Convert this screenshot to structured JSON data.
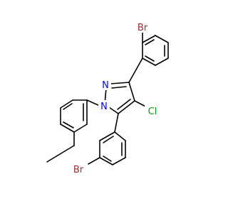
{
  "molecule": {
    "atoms": [
      {
        "id": "br_top",
        "symbol": "Br",
        "color": "#a52a2a"
      },
      {
        "id": "br_bottom",
        "symbol": "Br",
        "color": "#a52a2a"
      },
      {
        "id": "n2",
        "symbol": "N",
        "color": "#0000ff"
      },
      {
        "id": "n1",
        "symbol": "N",
        "color": "#0000ff"
      },
      {
        "id": "cl",
        "symbol": "Cl",
        "color": "#00a000"
      }
    ]
  }
}
